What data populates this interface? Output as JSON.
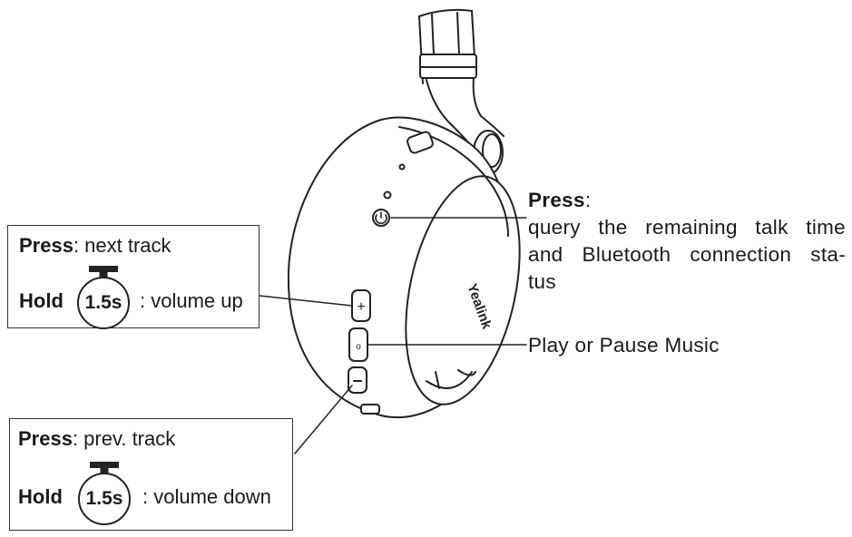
{
  "brand_logo": "Yealink",
  "power_callout": {
    "press_label": "Press",
    "press_colon": ":",
    "lines": [
      "query the remaining talk time",
      "and Bluetooth connection sta-",
      "tus"
    ]
  },
  "play_callout": {
    "text": "Play or Pause Music"
  },
  "plus_box": {
    "press_label": "Press",
    "press_action": ": next track",
    "hold_label": "Hold",
    "hold_time": "1.5s",
    "hold_action": ": volume up"
  },
  "minus_box": {
    "press_label": "Press",
    "press_action": ": prev. track",
    "hold_label": "Hold",
    "hold_time": "1.5s",
    "hold_action": ": volume down"
  },
  "button_glyphs": {
    "plus": "+",
    "play": "o",
    "minus": "−"
  }
}
